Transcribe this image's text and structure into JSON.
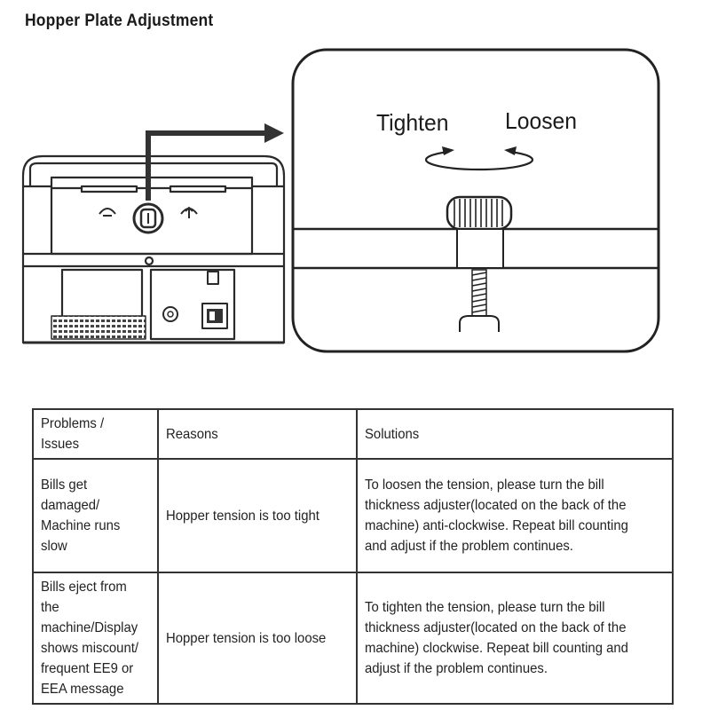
{
  "title": "Hopper Plate Adjustment",
  "diagram": {
    "tighten_label": "Tighten",
    "loosen_label": "Loosen"
  },
  "table": {
    "headers": [
      "Problems / Issues",
      "Reasons",
      "Solutions"
    ],
    "rows": [
      {
        "problem": "Bills get damaged/ Machine runs slow",
        "reason": "Hopper tension is too tight",
        "solution": "To loosen the tension, please turn the bill thickness adjuster(located on the back of the machine) anti-clockwise. Repeat bill counting and adjust if the problem continues."
      },
      {
        "problem": "Bills eject from the machine/Display shows miscount/ frequent EE9 or EEA message",
        "reason": "Hopper tension is too loose",
        "solution": "To tighten the tension, please turn the bill thickness adjuster(located on the back of the machine) clockwise. Repeat bill counting and adjust if the problem continues."
      }
    ]
  }
}
